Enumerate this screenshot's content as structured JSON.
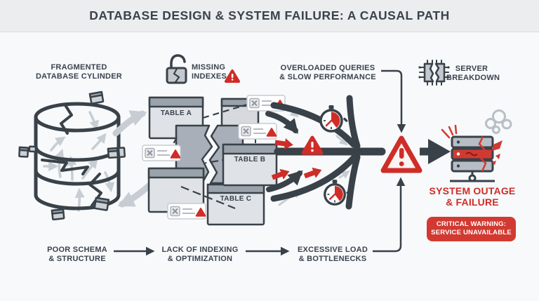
{
  "title": "DATABASE DESIGN & SYSTEM FAILURE: A CAUSAL PATH",
  "stages": {
    "fragmented": {
      "line1": "FRAGMENTED",
      "line2": "DATABASE CYLINDER"
    },
    "missing_indexes": {
      "line1": "MISSING",
      "line2": "INDEXES"
    },
    "overloaded": {
      "line1": "OVERLOADED QUERIES",
      "line2": "& SLOW PERFORMANCE"
    },
    "server_breakdown": {
      "line1": "SERVER",
      "line2": "BREAKDOWN"
    }
  },
  "tables": {
    "table_a": "TABLE A",
    "table_b": "TABLE B",
    "table_c": "TABLE C"
  },
  "outcome": {
    "line1": "SYSTEM OUTAGE",
    "line2": "& FAILURE",
    "badge_line1": "CRITICAL WARNING:",
    "badge_line2": "SERVICE UNAVAILABLE"
  },
  "causal_steps": {
    "step1": {
      "line1": "POOR SCHEMA",
      "line2": "& STRUCTURE"
    },
    "step2": {
      "line1": "LACK OF INDEXING",
      "line2": "& OPTIMIZATION"
    },
    "step3": {
      "line1": "EXCESSIVE LOAD",
      "line2": "& BOTTLENECKS"
    }
  },
  "icons": {
    "broken-padlock": "open padlock with crack",
    "warning-triangle": "⚠",
    "broken-chip": "cracked cpu chip",
    "stopwatch": "⏱",
    "broken-server": "cracked server rack with smoke",
    "fragmented-cylinder": "cracked database cylinder"
  },
  "colors": {
    "background": "#f7f9fb",
    "header_band": "#ebedee",
    "ink": "#394149",
    "alert_red": "#cf2d27",
    "badge_red": "#d23a31",
    "muted_gray": "#c7cdd3",
    "card_fill": "#dfe2e6",
    "card_header": "#9aa2ab"
  }
}
